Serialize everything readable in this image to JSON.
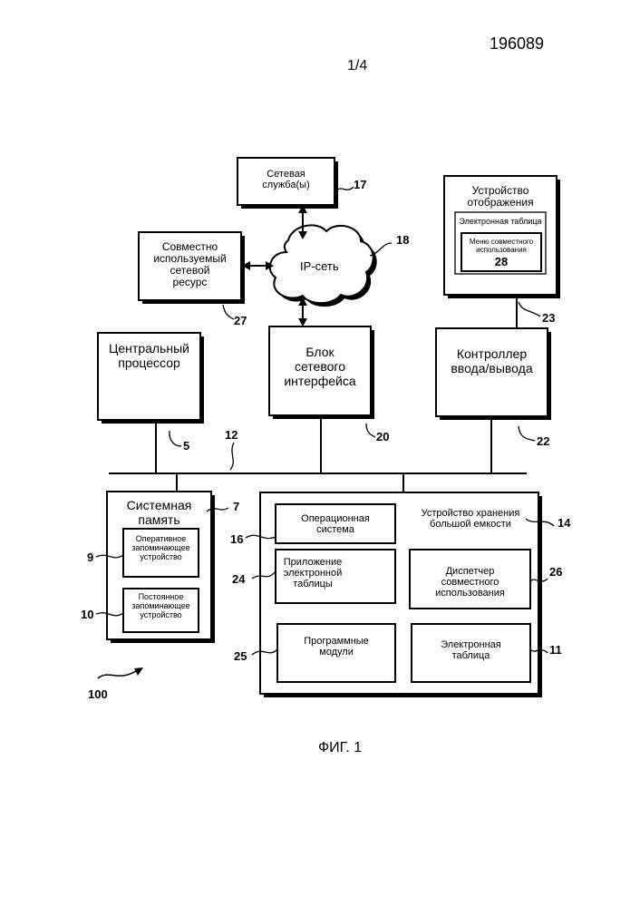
{
  "header": {
    "doc_number": "196089",
    "sheet": "1/4"
  },
  "figure": {
    "caption": "ФИГ. 1",
    "ref": "100"
  },
  "blocks": {
    "network_service": {
      "label": "Сетевая\nслужба(ы)",
      "ref": "17"
    },
    "ip_network": {
      "label": "IP-сеть",
      "ref": "18"
    },
    "shared_resource": {
      "label": "Совместно\nиспользуемый\nсетевой\nресурс",
      "ref": "27"
    },
    "display": {
      "label": "Устройство\nотображения",
      "ref": "23",
      "spreadsheet_label": "Электронная таблица",
      "menu_label": "Меню совместного\nиспользования",
      "menu_ref": "28"
    },
    "cpu": {
      "label": "Центральный\nпроцессор",
      "ref": "5"
    },
    "nic": {
      "label": "Блок\nсетевого\nинтерфейса",
      "ref": "20"
    },
    "io": {
      "label": "Контроллер\nввода/вывода",
      "ref": "22"
    },
    "bus": {
      "ref": "12"
    },
    "system_memory": {
      "label": "Системная\nпамять",
      "ref": "7"
    },
    "ram": {
      "label": "Оперативное\nзапоминающее\nустройство",
      "ref": "9"
    },
    "rom": {
      "label": "Постоянное\nзапоминающее\nустройство",
      "ref": "10"
    },
    "mass_storage": {
      "label": "Устройство хранения\nбольшой емкости",
      "ref": "14"
    },
    "os": {
      "label": "Операционная\nсистема",
      "ref": "16"
    },
    "spreadsheet_app": {
      "label": "Приложение\nэлектронной\nтаблицы",
      "ref": "24"
    },
    "share_manager": {
      "label": "Диспетчер\nсовместного\nиспользования",
      "ref": "26"
    },
    "program_modules": {
      "label": "Программные\nмодули",
      "ref": "25"
    },
    "spreadsheet": {
      "label": "Электронная\nтаблица",
      "ref": "11"
    }
  }
}
